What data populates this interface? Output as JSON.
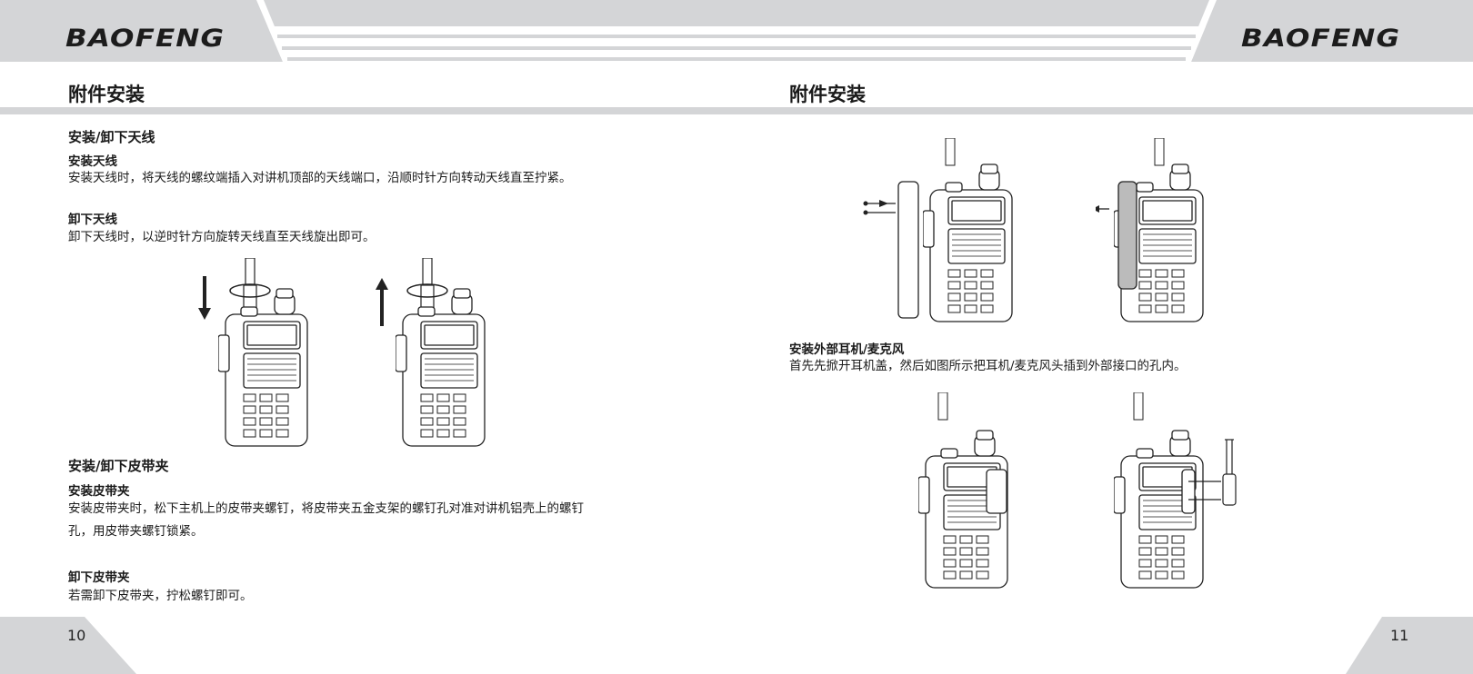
{
  "brand": "BAOFENG",
  "left_page": {
    "title": "附件安装",
    "antenna": {
      "heading": "安装/卸下天线",
      "install_heading": "安装天线",
      "install_text": "安装天线时，将天线的螺纹端插入对讲机顶部的天线端口，沿顺时针方向转动天线直至拧紧。",
      "remove_heading": "卸下天线",
      "remove_text": "卸下天线时，以逆时针方向旋转天线直至天线旋出即可。"
    },
    "belt_clip": {
      "heading": "安装/卸下皮带夹",
      "install_heading": "安装皮带夹",
      "install_text_line1": "安装皮带夹时，松下主机上的皮带夹螺钉，将皮带夹五金支架的螺钉孔对准对讲机铝壳上的螺钉",
      "install_text_line2": "孔，用皮带夹螺钉锁紧。",
      "remove_heading": "卸下皮带夹",
      "remove_text": "若需卸下皮带夹，拧松螺钉即可。"
    },
    "page_number": "10"
  },
  "right_page": {
    "title": "附件安装",
    "earphone": {
      "heading": "安装外部耳机/麦克风",
      "text": "首先先掀开耳机盖，然后如图所示把耳机/麦克风头插到外部接口的孔内。"
    },
    "page_number": "11"
  },
  "colors": {
    "band": "#d4d5d7",
    "text": "#1a1a1a"
  }
}
